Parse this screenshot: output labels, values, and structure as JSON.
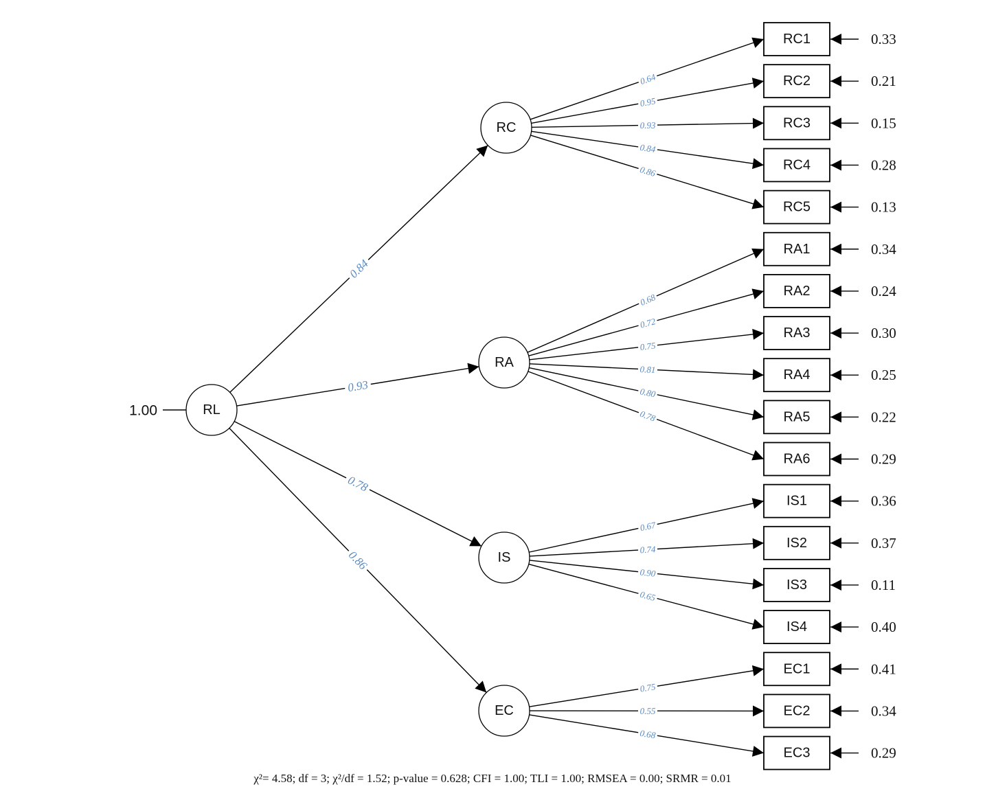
{
  "diagram": {
    "type": "sem-path-diagram",
    "second_order": {
      "id": "RL",
      "label": "RL",
      "variance_label": "1.00"
    },
    "first_order": [
      {
        "id": "RC",
        "label": "RC",
        "loading": "0.84",
        "indicators": [
          {
            "label": "RC1",
            "loading": "0.64",
            "residual": "0.33"
          },
          {
            "label": "RC2",
            "loading": "0.95",
            "residual": "0.21"
          },
          {
            "label": "RC3",
            "loading": "0.93",
            "residual": "0.15"
          },
          {
            "label": "RC4",
            "loading": "0.84",
            "residual": "0.28"
          },
          {
            "label": "RC5",
            "loading": "0.86",
            "residual": "0.13"
          }
        ]
      },
      {
        "id": "RA",
        "label": "RA",
        "loading": "0.93",
        "indicators": [
          {
            "label": "RA1",
            "loading": "0.68",
            "residual": "0.34"
          },
          {
            "label": "RA2",
            "loading": "0.72",
            "residual": "0.24"
          },
          {
            "label": "RA3",
            "loading": "0.75",
            "residual": "0.30"
          },
          {
            "label": "RA4",
            "loading": "0.81",
            "residual": "0.25"
          },
          {
            "label": "RA5",
            "loading": "0.80",
            "residual": "0.22"
          },
          {
            "label": "RA6",
            "loading": "0.78",
            "residual": "0.29"
          }
        ]
      },
      {
        "id": "IS",
        "label": "IS",
        "loading": "0.78",
        "indicators": [
          {
            "label": "IS1",
            "loading": "0.67",
            "residual": "0.36"
          },
          {
            "label": "IS2",
            "loading": "0.74",
            "residual": "0.37"
          },
          {
            "label": "IS3",
            "loading": "0.90",
            "residual": "0.11"
          },
          {
            "label": "IS4",
            "loading": "0.65",
            "residual": "0.40"
          }
        ]
      },
      {
        "id": "EC",
        "label": "EC",
        "loading": "0.86",
        "indicators": [
          {
            "label": "EC1",
            "loading": "0.75",
            "residual": "0.41"
          },
          {
            "label": "EC2",
            "loading": "0.55",
            "residual": "0.34"
          },
          {
            "label": "EC3",
            "loading": "0.68",
            "residual": "0.29"
          }
        ]
      }
    ],
    "fit_indices": "χ²= 4.58; df = 3; χ²/df = 1.52; p-value = 0.628; CFI = 1.00; TLI = 1.00; RMSEA = 0.00; SRMR = 0.01"
  }
}
